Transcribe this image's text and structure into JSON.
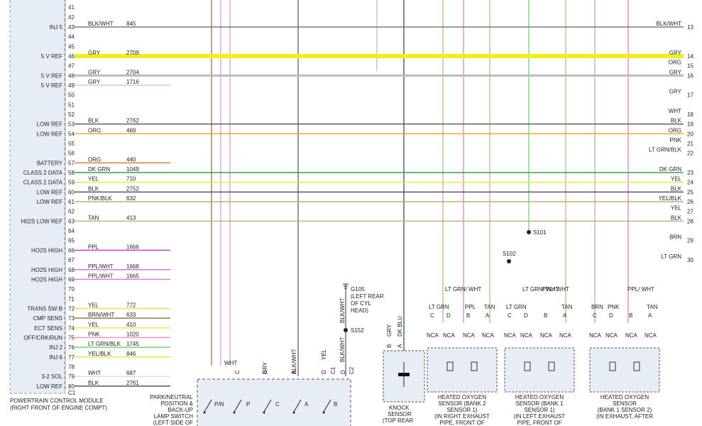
{
  "pcm": {
    "pins_top": [
      "41",
      "42"
    ],
    "name_line1": "POWERTRAIN CONTROL MODULE",
    "name_line2": "(RIGHT FRONT OF ENGINE COMPT)",
    "connector": "C1"
  },
  "pcm_rows": [
    {
      "pin": "43",
      "label": "INJ 5",
      "wire": "BLK/WHT",
      "circuit": "845",
      "color": "#7a7a7a",
      "right_label": "BLK/WHT",
      "right_num": "13"
    },
    {
      "pin": "44",
      "label": "",
      "wire": "",
      "circuit": "",
      "color": "",
      "right_label": "",
      "right_num": ""
    },
    {
      "pin": "45",
      "label": "",
      "wire": "",
      "circuit": "",
      "color": "",
      "right_label": "",
      "right_num": ""
    },
    {
      "pin": "46",
      "label": "5 V REF",
      "wire": "GRY",
      "circuit": "2709",
      "color": "#f2ee1c",
      "right_label": "GRY",
      "right_num": "14"
    },
    {
      "pin": "47",
      "label": "",
      "wire": "",
      "circuit": "",
      "color": "",
      "right_label": "ORG",
      "right_num": "15"
    },
    {
      "pin": "48",
      "label": "5 V REF",
      "wire": "GRY",
      "circuit": "2704",
      "color": "#bbbbbb",
      "right_label": "GRY",
      "right_num": "16"
    },
    {
      "pin": "49",
      "label": "5 V REF",
      "wire": "GRY",
      "circuit": "1716",
      "color": "#c8c8c8",
      "right_label": "",
      "right_num": ""
    },
    {
      "pin": "50",
      "label": "",
      "wire": "",
      "circuit": "",
      "color": "",
      "right_label": "GRY",
      "right_num": "17"
    },
    {
      "pin": "51",
      "label": "",
      "wire": "",
      "circuit": "",
      "color": "",
      "right_label": "",
      "right_num": ""
    },
    {
      "pin": "52",
      "label": "",
      "wire": "",
      "circuit": "",
      "color": "",
      "right_label": "WHT",
      "right_num": "18"
    },
    {
      "pin": "53",
      "label": "LOW REF",
      "wire": "BLK",
      "circuit": "2762",
      "color": "#555555",
      "right_label": "BLK",
      "right_num": "19"
    },
    {
      "pin": "54",
      "label": "LOW REF",
      "wire": "ORG",
      "circuit": "469",
      "color": "#f5a623",
      "right_label": "ORG",
      "right_num": "20"
    },
    {
      "pin": "55",
      "label": "",
      "wire": "",
      "circuit": "",
      "color": "",
      "right_label": "PNK",
      "right_num": "21"
    },
    {
      "pin": "56",
      "label": "",
      "wire": "",
      "circuit": "",
      "color": "",
      "right_label": "LT GRN/BLK",
      "right_num": "22"
    },
    {
      "pin": "57",
      "label": "BATTERY",
      "wire": "ORG",
      "circuit": "440",
      "color": "#d9822b",
      "right_label": "",
      "right_num": ""
    },
    {
      "pin": "58",
      "label": "CLASS 2 DATA",
      "wire": "DK GRN",
      "circuit": "1049",
      "color": "#1f9e3a",
      "right_label": "DK GRN",
      "right_num": "23"
    },
    {
      "pin": "59",
      "label": "CLASS 2 DATA",
      "wire": "YEL",
      "circuit": "710",
      "color": "#f0e532",
      "right_label": "YEL",
      "right_num": "24"
    },
    {
      "pin": "60",
      "label": "LOW REF",
      "wire": "BLK",
      "circuit": "2752",
      "color": "#4a4a4a",
      "right_label": "BLK",
      "right_num": "25"
    },
    {
      "pin": "61",
      "label": "LOW REF",
      "wire": "PNK/BLK",
      "circuit": "632",
      "color": "#c4a06a",
      "right_label": "YEL/BLK",
      "right_num": "26"
    },
    {
      "pin": "62",
      "label": "",
      "wire": "",
      "circuit": "",
      "color": "",
      "right_label": "YEL",
      "right_num": "27"
    },
    {
      "pin": "63",
      "label": "H02S LOW REF",
      "wire": "TAN",
      "circuit": "413",
      "color": "#c8a878",
      "right_label": "BLK",
      "right_num": "28"
    },
    {
      "pin": "64",
      "label": "",
      "wire": "",
      "circuit": "",
      "color": "",
      "right_label": "",
      "right_num": ""
    },
    {
      "pin": "65",
      "label": "",
      "wire": "",
      "circuit": "",
      "color": "",
      "right_label": "BRN",
      "right_num": "29"
    },
    {
      "pin": "66",
      "label": "HO2S HIGH",
      "wire": "PPL",
      "circuit": "1666",
      "color": "#d22bd2",
      "right_label": "",
      "right_num": ""
    },
    {
      "pin": "67",
      "label": "",
      "wire": "",
      "circuit": "",
      "color": "",
      "right_label": "LT GRN",
      "right_num": "30"
    },
    {
      "pin": "68",
      "label": "HO2S HIGH",
      "wire": "PPL/WHT",
      "circuit": "1668",
      "color": "#e070e0",
      "right_label": "",
      "right_num": ""
    },
    {
      "pin": "69",
      "label": "HO2S HIGH",
      "wire": "PPL/WHT",
      "circuit": "1665",
      "color": "#e070e0",
      "right_label": "",
      "right_num": ""
    },
    {
      "pin": "70",
      "label": "",
      "wire": "",
      "circuit": "",
      "color": "",
      "right_label": "",
      "right_num": ""
    },
    {
      "pin": "71",
      "label": "",
      "wire": "",
      "circuit": "",
      "color": "",
      "right_label": "",
      "right_num": ""
    },
    {
      "pin": "72",
      "label": "TRANS SW B",
      "wire": "YEL",
      "circuit": "772",
      "color": "#f0e532",
      "right_label": "",
      "right_num": ""
    },
    {
      "pin": "73",
      "label": "CMP SENS",
      "wire": "BRN/WHT",
      "circuit": "633",
      "color": "#8a6a3a",
      "right_label": "",
      "right_num": ""
    },
    {
      "pin": "74",
      "label": "ECT SENS",
      "wire": "YEL",
      "circuit": "410",
      "color": "#f0e532",
      "right_label": "",
      "right_num": ""
    },
    {
      "pin": "75",
      "label": "OFF/CRK/RUN",
      "wire": "PNK",
      "circuit": "1020",
      "color": "#f08cc8",
      "right_label": "",
      "right_num": ""
    },
    {
      "pin": "76",
      "label": "INJ 2",
      "wire": "LT GRN/BLK",
      "circuit": "1745",
      "color": "#5bd85b",
      "right_label": "",
      "right_num": ""
    },
    {
      "pin": "77",
      "label": "INJ 6",
      "wire": "YEL/BLK",
      "circuit": "846",
      "color": "#f0e532",
      "right_label": "",
      "right_num": ""
    },
    {
      "pin": "78",
      "label": "",
      "wire": "",
      "circuit": "",
      "color": "",
      "right_label": "",
      "right_num": ""
    },
    {
      "pin": "79",
      "label": "3-2 SOL",
      "wire": "WHT",
      "circuit": "687",
      "color": "#dddddd",
      "right_label": "",
      "right_num": ""
    },
    {
      "pin": "80",
      "label": "LOW REF",
      "wire": "BLK",
      "circuit": "2761",
      "color": "#444444",
      "right_label": "",
      "right_num": ""
    }
  ],
  "splices": {
    "s101": "S101",
    "s102": "S102",
    "s152": "S152"
  },
  "ground": {
    "id": "G105",
    "line1": "(LEFT REAR",
    "line2": "OF CYL",
    "line3": "HEAD)",
    "wire1": "BLK/WHT",
    "wire2": "BLK/WHT"
  },
  "switch": {
    "pins": [
      "C",
      "B",
      "A",
      "D",
      "C1",
      "D",
      "C2"
    ],
    "wires": [
      "WHT",
      "GRY",
      "BLK/WHT",
      "YEL"
    ],
    "positions": [
      "P/N",
      "P",
      "C",
      "A",
      "B"
    ],
    "line1": "PARK/NEUTRAL",
    "line2": "POSITION &",
    "line3": "BACK-UP",
    "line4": "LAMP SWITCH",
    "line5": "(LEFT SIDE OF"
  },
  "knock": {
    "pins": [
      "B",
      "A"
    ],
    "wires": [
      "GRY",
      "DK BLU"
    ],
    "line1": "KNOCK",
    "line2": "SENSOR",
    "line3": "(TOP REAR"
  },
  "sensors": [
    {
      "pins": [
        "C",
        "D",
        "B",
        "A"
      ],
      "wires": [
        "LT GRN",
        "LT GRN/ WHT",
        "PPL",
        "TAN"
      ],
      "nca": [
        "NCA",
        "NCA",
        "NCA",
        "NCA"
      ],
      "line1": "HEATED OXYGEN",
      "line2": "SENSOR (BANK 2",
      "line3": "SENSOR 1)",
      "line4": "(IN RIGHT EXHAUST",
      "line5": "PIPE, FRONT OF"
    },
    {
      "pins": [
        "C",
        "D",
        "B",
        "A"
      ],
      "wires": [
        "LT GRN",
        "LT GRN/ WHT",
        "PPL/ WHT",
        "TAN"
      ],
      "nca": [
        "NCA",
        "NCA",
        "NCA",
        "NCA"
      ],
      "line1": "HEATED OXYGEN",
      "line2": "SENSOR (BANK 1",
      "line3": "SENSOR 1)",
      "line4": "(IN LEFT EXHAUST",
      "line5": "PIPE, FRONT OF"
    },
    {
      "pins": [
        "C",
        "D",
        "B",
        "A"
      ],
      "wires": [
        "BRN",
        "PNK",
        "PPL/ WHT",
        "TAN"
      ],
      "nca": [
        "NCA",
        "NCA",
        "NCA",
        "NCA"
      ],
      "line1": "HEATED OXYGEN",
      "line2": "SENSOR",
      "line3": "(BANK 1 SENSOR 2)",
      "line4": "(IN EXHAUST, AFTER",
      "line5": ""
    }
  ]
}
